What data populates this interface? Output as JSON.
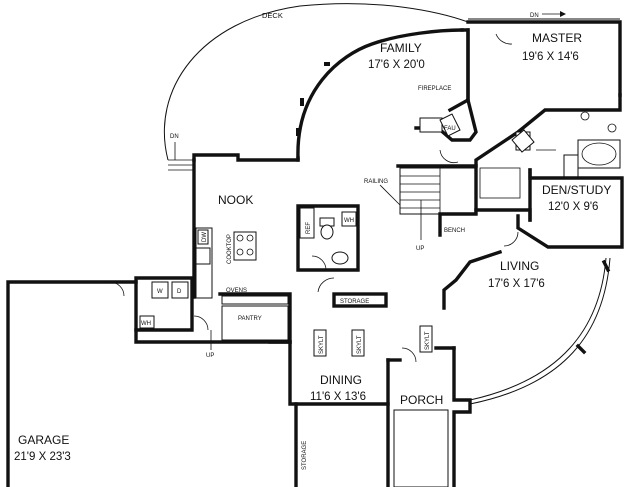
{
  "rooms": {
    "deck": "DECK",
    "family": {
      "name": "FAMILY",
      "dim": "17'6 X 20'0"
    },
    "master": {
      "name": "MASTER",
      "dim": "19'6 X 14'6"
    },
    "den": {
      "name": "DEN/STUDY",
      "dim": "12'0 X 9'6"
    },
    "living": {
      "name": "LIVING",
      "dim": "17'6 X 17'6"
    },
    "dining": {
      "name": "DINING",
      "dim": "11'6 X 13'6"
    },
    "garage": {
      "name": "GARAGE",
      "dim": "21'9 X 23'3"
    },
    "nook": "NOOK",
    "porch": "PORCH"
  },
  "labels": {
    "fireplace": "FIREPLACE",
    "railing": "RAILING",
    "bench": "BENCH",
    "up": "UP",
    "dn": "DN",
    "ovens": "OVENS",
    "pantry": "PANTRY",
    "storage": "STORAGE",
    "cooktop": "COOKTOP",
    "skylt": "SKYLT",
    "ref": "REF",
    "wh": "WH",
    "w": "W",
    "d": "D",
    "dw": "DW",
    "fau": "FAU"
  }
}
